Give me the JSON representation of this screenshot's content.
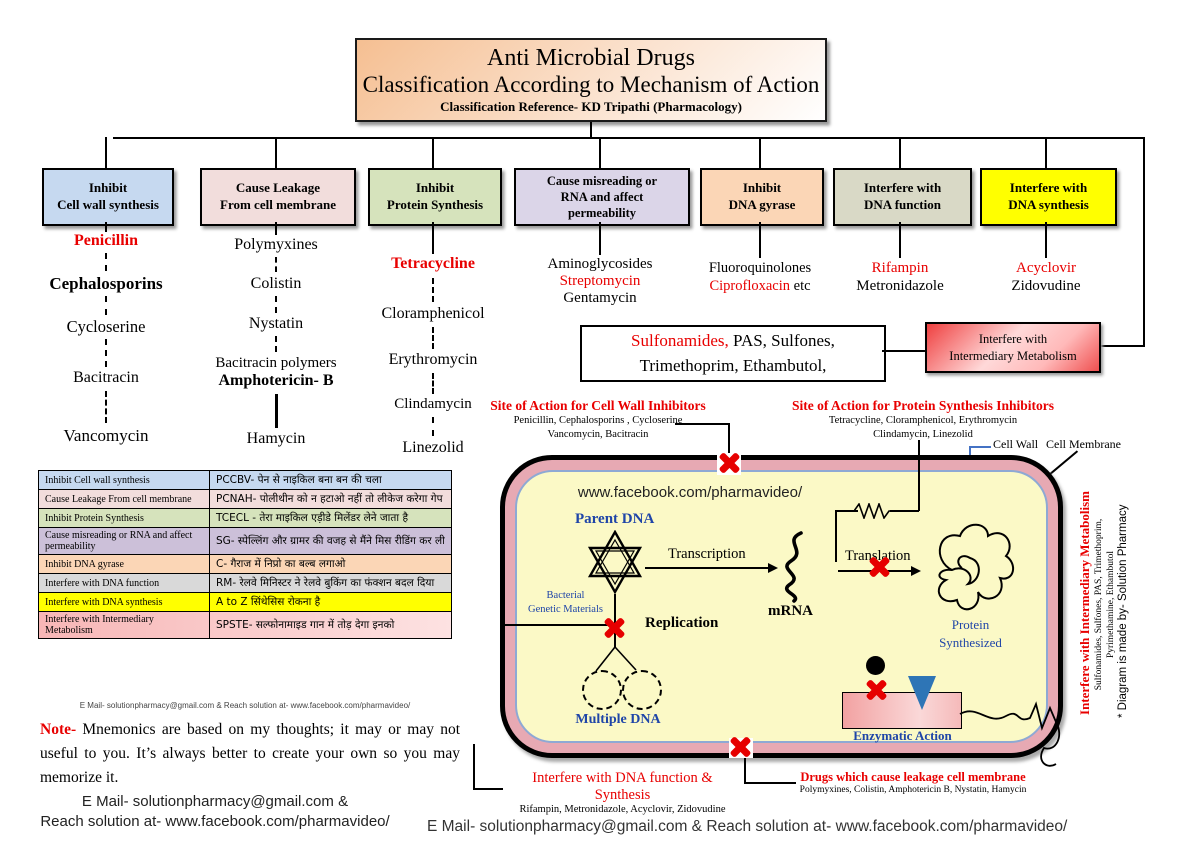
{
  "title": {
    "line1": "Anti Microbial Drugs",
    "line2": "Classification According to Mechanism of Action",
    "line3": "Classification Reference- KD Tripathi (Pharmacology)"
  },
  "categories": [
    {
      "label": "Inhibit\nCell wall synthesis",
      "color": "#c6d9f0",
      "drugs": [
        "Penicillin",
        "Cephalosporins",
        "Cycloserine",
        "Bacitracin",
        "Vancomycin"
      ]
    },
    {
      "label": "Cause Leakage\nFrom cell membrane",
      "color": "#f2dddc",
      "drugs": [
        "Polymyxines",
        "Colistin",
        "Nystatin",
        "Bacitracin polymers",
        "Amphotericin- B",
        "Hamycin"
      ]
    },
    {
      "label": "Inhibit\nProtein Synthesis",
      "color": "#d6e3bc",
      "drugs": [
        "Tetracycline",
        "Cloramphenicol",
        "Erythromycin",
        "Clindamycin",
        "Linezolid"
      ]
    },
    {
      "label": "Cause misreading or\nRNA and affect\npermeability",
      "color": "#dbd5e8",
      "drugs": [
        "Aminoglycosides",
        "Streptomycin",
        "Gentamycin"
      ]
    },
    {
      "label": "Inhibit\nDNA gyrase",
      "color": "#fbd6b6",
      "drugs": [
        "Fluoroquinolones",
        "Ciprofloxacin",
        " etc"
      ]
    },
    {
      "label": "Interfere with\nDNA function",
      "color": "#d9d9c6",
      "drugs": [
        "Rifampin",
        "Metronidazole"
      ]
    },
    {
      "label": "Interfere with\nDNA synthesis",
      "color": "#ffff00",
      "drugs": [
        "Acyclovir",
        "Zidovudine"
      ]
    }
  ],
  "sulfonamide_box": {
    "highlight": "Sulfonamides,",
    "line1_rest": " PAS,  Sulfones,",
    "line2": "Trimethoprim,  Ethambutol,"
  },
  "intermediary_box": {
    "label": "Interfere with\nIntermediary Metabolism"
  },
  "site_labels": {
    "cell_wall": {
      "title": "Site of Action for Cell Wall Inhibitors",
      "drugs": "Penicillin, Cephalosporins , Cycloserine\nVancomycin, Bacitracin"
    },
    "protein": {
      "title": "Site of Action for Protein Synthesis Inhibitors",
      "drugs": "Tetracycline, Cloramphenicol, Erythromycin\nClindamycin, Linezolid"
    },
    "dna": {
      "title": "Interfere with DNA function & Synthesis",
      "drugs": "Rifampin, Metronidazole, Acyclovir, Zidovudine"
    },
    "leakage": {
      "title": "Drugs which cause leakage cell membrane",
      "drugs": "Polymyxines, Colistin, Amphotericin  B, Nystatin, Hamycin"
    }
  },
  "cell": {
    "url": "www.facebook.com/pharmavideo/",
    "parent_dna": "Parent DNA",
    "bacterial": "Bacterial\nGenetic Materials",
    "replication": "Replication",
    "transcription": "Transcription",
    "mrna": "mRNA",
    "translation": "Translation",
    "multiple_dna": "Multiple DNA",
    "protein": "Protein\nSynthesized",
    "enzymatic": "Enzymatic Action",
    "wall_label": "Cell Wall",
    "membrane_label": "Cell  Membrane"
  },
  "side_text": {
    "title": "Interfere with Intermediary Metabolism",
    "drugs": "Sulfonamides, Sulfones, PAS, Trimethoprim,\nPyrimethamine, Ethambutol",
    "credit": "* Diagram is made by- Solution Pharmacy"
  },
  "mnemonic_table": {
    "rows": [
      {
        "label": "Inhibit Cell wall synthesis",
        "mnemonic": "PCCBV- पेन से नाइकिल बना बन की चला",
        "color": "#c6d9f0"
      },
      {
        "label": "Cause Leakage From cell membrane",
        "mnemonic": "PCNAH- पोलीथीन को न हटाओ नहीं तो लीकेज करेगा गेप",
        "color": "#f2dddc"
      },
      {
        "label": "Inhibit Protein Synthesis",
        "mnemonic": "TCECL - तेरा माइकिल एड़ीडे मिलेंडर लेने जाता है",
        "color": "#d6e3bc"
      },
      {
        "label": "Cause misreading or RNA and affect permeability",
        "mnemonic": "SG- स्पेल्लिंग और ग्रामर की वजह से मैंने मिस रीडिंग कर ली",
        "color": "#ccc0d9"
      },
      {
        "label": "Inhibit DNA gyrase",
        "mnemonic": "C- गैराज में निप्रो का बल्ब लगाओ",
        "color": "#fbd6b6"
      },
      {
        "label": "Interfere with DNA function",
        "mnemonic": "RM- रेलवे मिनिस्टर ने रेलवे बुकिंग का फंक्शन बदल दिया",
        "color": "#d9d9d9"
      },
      {
        "label": "Interfere with DNA synthesis",
        "mnemonic": "A to Z सिंथेसिस रोकना है",
        "color": "#ffff00"
      },
      {
        "label": "Interfere with Intermediary Metabolism",
        "mnemonic": "SPSTE- सल्फोनामाइड गान में तोड़ देगा इनको",
        "color": "#f6b8b8"
      }
    ],
    "caption": "E Mail- solutionpharmacy@gmail.com & Reach solution at- www.facebook.com/pharmavideo/"
  },
  "note": {
    "prefix": "Note-",
    "body": " Mnemonics are based on my thoughts; it may or may not useful to you. It’s always better to create your own so you may memorize it."
  },
  "contact_left": {
    "line1": "E Mail- solutionpharmacy@gmail.com &",
    "line2": "Reach solution at- www.facebook.com/pharmavideo/"
  },
  "footer": "E Mail- solutionpharmacy@gmail.com & Reach solution at- www.facebook.com/pharmavideo/",
  "colors": {
    "red_accent": "#e80000",
    "blue_label": "#1f45a8",
    "cell_membrane_pink": "#e7a9b3",
    "cell_interior": "#fbf9c6",
    "intermediary_red": "#f03030",
    "enzyme_blue": "#2e75b6"
  }
}
